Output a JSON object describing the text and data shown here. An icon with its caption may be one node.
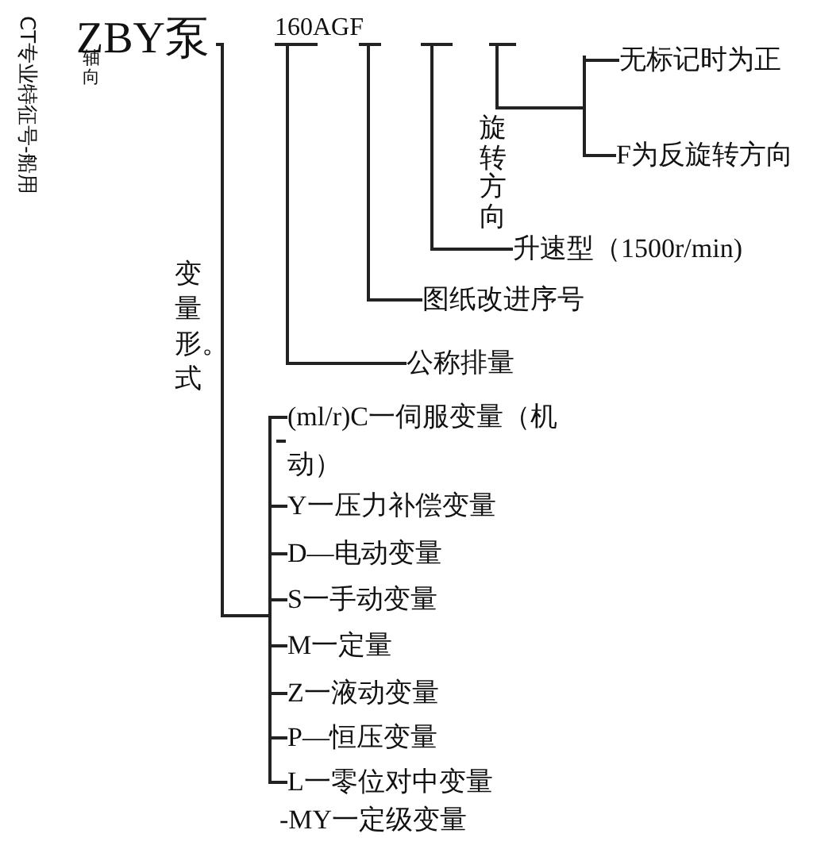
{
  "diagram": {
    "nodes": [
      {
        "text": [
          "ZBY泵"
        ]
      },
      {
        "text": [
          "160AGF"
        ]
      },
      {
        "text": [
          "无标记时为正"
        ]
      },
      {
        "text": [
          "F为反旋转方向"
        ]
      },
      {
        "text": [
          "升速型（1500r/min)"
        ]
      },
      {
        "text": [
          "图纸改进序号"
        ]
      },
      {
        "text": [
          "公称排量"
        ]
      },
      {
        "text": [
          "(ml/r)C一伺服变量（机动）"
        ]
      },
      {
        "text": [
          "Y一压力补偿变量"
        ]
      },
      {
        "text": [
          "D—电动变量"
        ]
      },
      {
        "text": [
          "S一手动变量"
        ]
      },
      {
        "text": [
          "M一定量"
        ]
      },
      {
        "text": [
          "Z一液动变量"
        ]
      },
      {
        "text": [
          "P—恒压变量"
        ]
      },
      {
        "text": [
          "L一零位对中变量"
        ]
      },
      {
        "text": [
          "-MY一定级变量"
        ]
      }
    ],
    "edges": [
      {
        "from": 1,
        "to": 2,
        "arrow": "none"
      },
      {
        "from": 1,
        "to": 3,
        "arrow": "none"
      },
      {
        "from": 1,
        "to": 4,
        "arrow": "none"
      },
      {
        "from": 1,
        "to": 5,
        "arrow": "none"
      },
      {
        "from": 1,
        "to": 6,
        "arrow": "none"
      },
      {
        "from": 0,
        "to": 7,
        "arrow": "none"
      },
      {
        "from": 0,
        "to": 8,
        "arrow": "none"
      },
      {
        "from": 0,
        "to": 9,
        "arrow": "none"
      },
      {
        "from": 0,
        "to": 10,
        "arrow": "none"
      },
      {
        "from": 0,
        "to": 11,
        "arrow": "none"
      },
      {
        "from": 0,
        "to": 12,
        "arrow": "none"
      },
      {
        "from": 0,
        "to": 13,
        "arrow": "none"
      },
      {
        "from": 0,
        "to": 14,
        "arrow": "none"
      }
    ],
    "labels": [
      "CT专业特征号-船用",
      "轴向",
      "旋转方向",
      "变量形。式"
    ]
  }
}
